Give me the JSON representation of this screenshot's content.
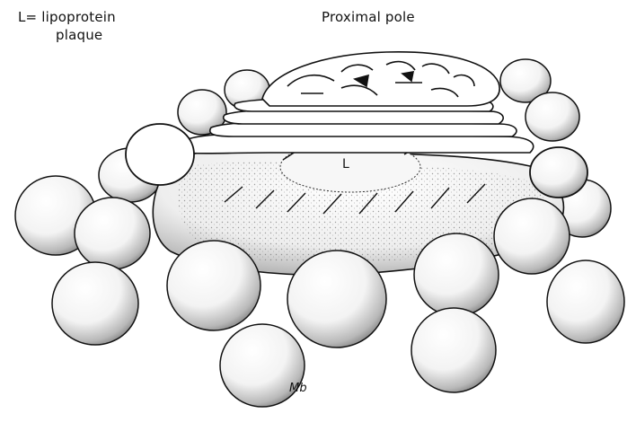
{
  "labels": {
    "legend_line1": "L= lipoprotein",
    "legend_line2": "plaque",
    "pole": "Proximal pole",
    "plaque_marker": "L",
    "signature": "Mb"
  },
  "colors": {
    "ink": "#111111",
    "paper": "#ffffff",
    "stipple": "#555555"
  }
}
